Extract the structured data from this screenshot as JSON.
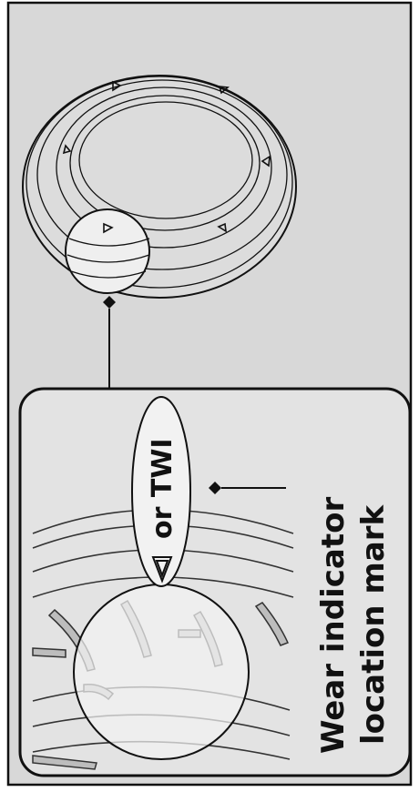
{
  "figure": {
    "label_line_1": "Wear indicator",
    "label_line_2": "location mark",
    "alt_mark_text": "or TWI",
    "colors": {
      "frame_background": "#d8d8d8",
      "panel_background": "#e6e6e6",
      "magnifier_fill": "#f3f3f3",
      "stroke": "#111111"
    },
    "icons": [
      "tire-icon",
      "wear-indicator-triangle-icon",
      "leader-diamond-icon"
    ]
  }
}
